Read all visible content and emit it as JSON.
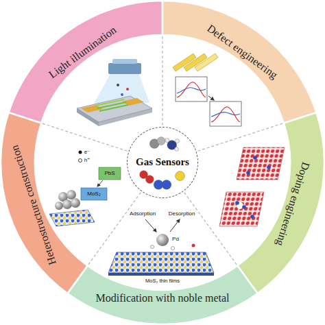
{
  "diagram": {
    "nodes": [
      {
        "text": [
          "Light illumination"
        ]
      },
      {
        "text": [
          "Defect engineering"
        ]
      },
      {
        "text": [
          "Doping engineering"
        ]
      },
      {
        "text": [
          "Modification with noble metal"
        ]
      },
      {
        "text": [
          "Heterostructure construction"
        ]
      },
      {
        "text": [
          "Gas Sensors"
        ]
      }
    ],
    "labels": [
      "Adsorption",
      "Desorption",
      "Pd",
      "MoS₂ thin films",
      "e⁻",
      "h⁺",
      "PbS",
      "MoS₂"
    ]
  }
}
